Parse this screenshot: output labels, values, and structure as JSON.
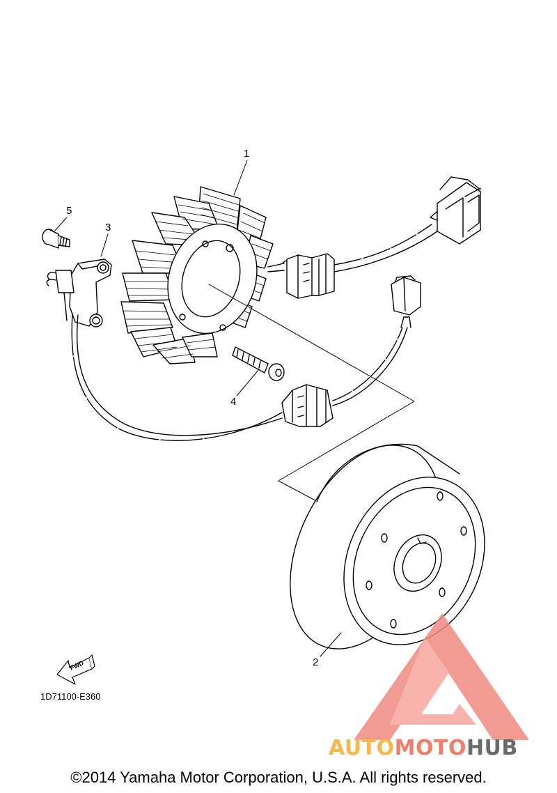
{
  "callouts": [
    {
      "id": "1",
      "part": "stator"
    },
    {
      "id": "2",
      "part": "rotor"
    },
    {
      "id": "3",
      "part": "pickup-coil"
    },
    {
      "id": "4",
      "part": "stator-bolt"
    },
    {
      "id": "5",
      "part": "pickup-screw"
    }
  ],
  "fwd_label": "FWD",
  "part_code": "1D71100-E360",
  "copyright": "©2014 Yamaha Motor Corporation, U.S.A. All rights reserved.",
  "watermark": {
    "part1": "AUTO",
    "part2": "MOTO",
    "part3": "HUB",
    "colors": {
      "auto": "#f7b74a",
      "moto": "#ef7e6c",
      "hub": "#6b6b6b",
      "logo": "#f08a80"
    }
  },
  "colors": {
    "line": "#000000",
    "background": "#ffffff"
  }
}
